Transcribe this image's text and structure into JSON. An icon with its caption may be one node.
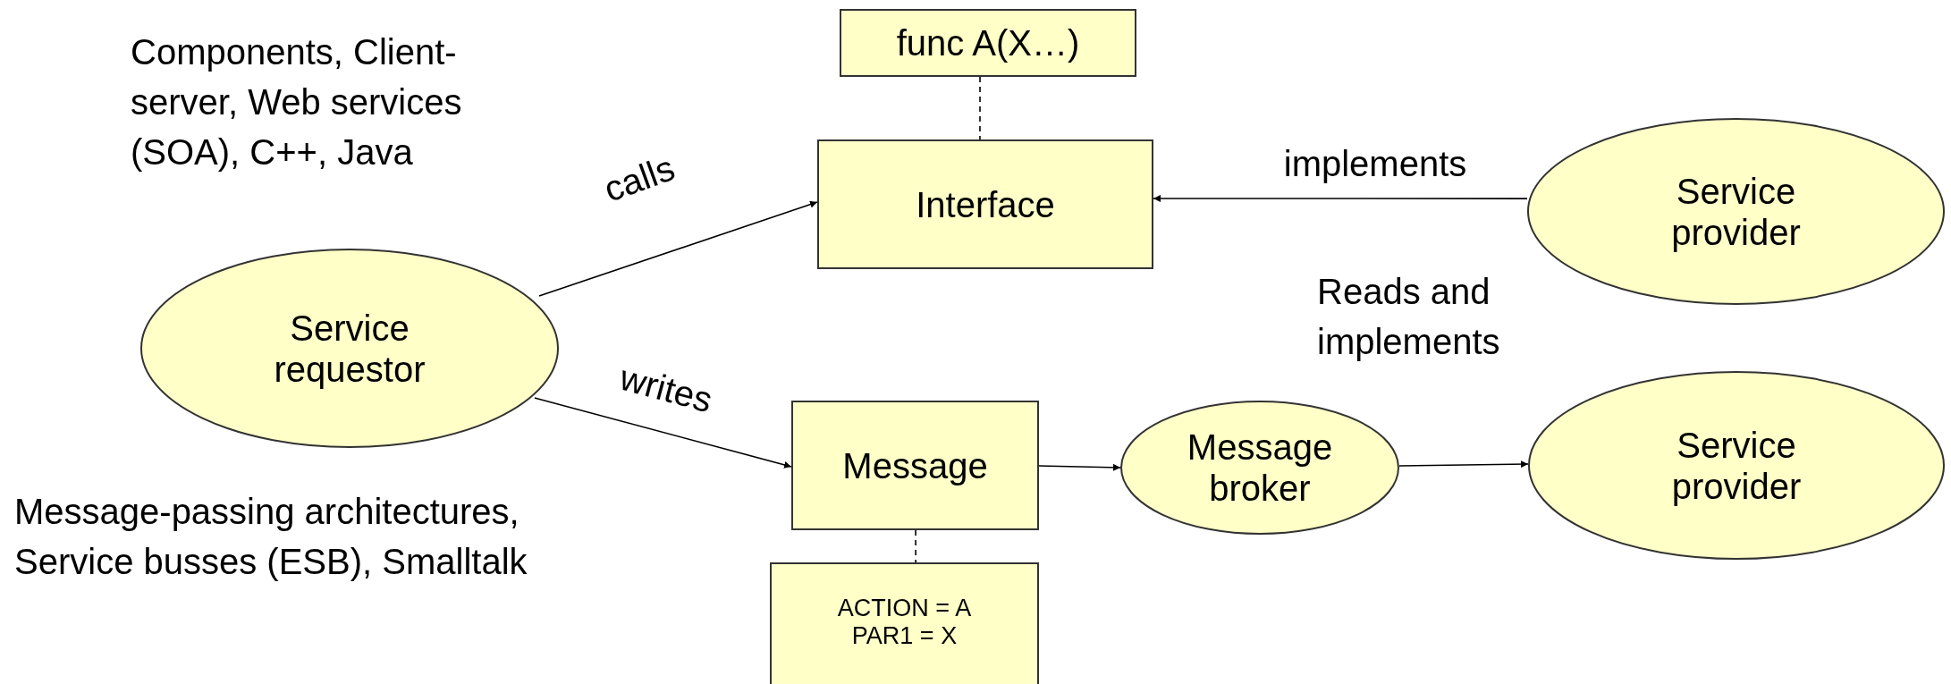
{
  "diagram": {
    "nodes": [
      {
        "text": [
          "func A(X…)"
        ]
      },
      {
        "text": [
          "Interface"
        ]
      },
      {
        "text": [
          "Service provider"
        ]
      },
      {
        "text": [
          "Service requestor"
        ]
      },
      {
        "text": [
          "Message"
        ]
      },
      {
        "text": [
          "Message broker"
        ]
      },
      {
        "text": [
          "Service provider"
        ]
      },
      {
        "text": [
          "ACTION = A PAR1 = X"
        ]
      }
    ],
    "edges": [
      {
        "from": 0,
        "to": 1,
        "arrow": "none",
        "style": "dashed"
      },
      {
        "from": 3,
        "to": 1,
        "arrow": "to",
        "label": "calls"
      },
      {
        "from": 2,
        "to": 1,
        "arrow": "to",
        "label": "implements"
      },
      {
        "from": 3,
        "to": 4,
        "arrow": "to",
        "label": "writes"
      },
      {
        "from": 4,
        "to": 5,
        "arrow": "to"
      },
      {
        "from": 5,
        "to": 6,
        "arrow": "to"
      },
      {
        "from": 4,
        "to": 7,
        "arrow": "none",
        "style": "dashed"
      }
    ],
    "labels": [
      "Components, Client-server, Web services (SOA), C++, Java",
      "Reads and implements",
      "Message-passing architectures, Service busses (ESB), Smalltalk"
    ]
  }
}
